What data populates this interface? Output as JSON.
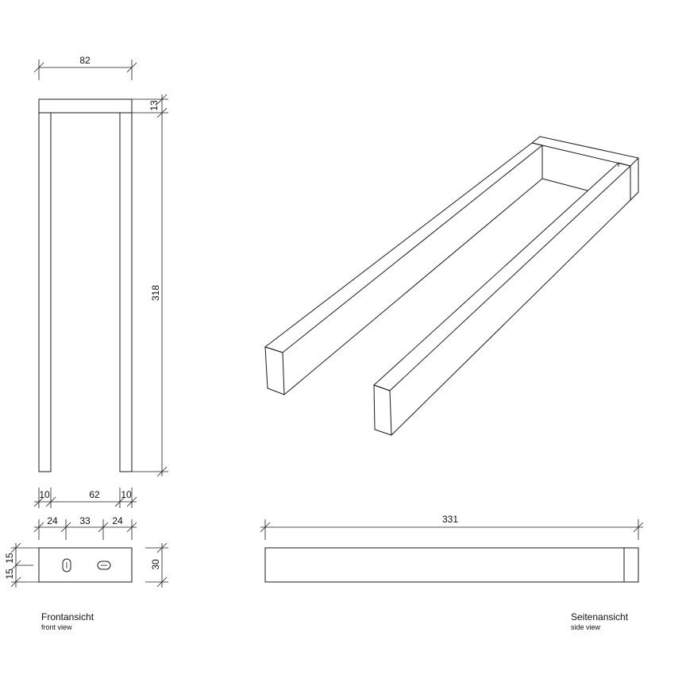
{
  "dimensions": {
    "top_width": "82",
    "cap_height": "13",
    "total_height": "318",
    "leg_left": "10",
    "inner_gap": "62",
    "leg_right": "10",
    "base_left": "24",
    "base_mid": "33",
    "base_right": "24",
    "side_upper": "15",
    "side_lower": "15",
    "base_height": "30",
    "side_length": "331"
  },
  "captions": {
    "front_de": "Frontansicht",
    "front_en": "front view",
    "side_de": "Seitenansicht",
    "side_en": "side view"
  }
}
